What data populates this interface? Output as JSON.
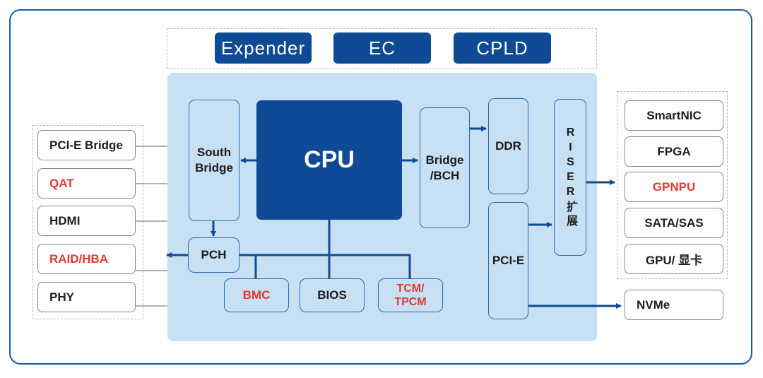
{
  "colors": {
    "dark_blue": "#0e4a96",
    "light_blue": "#c8e0f3",
    "red_text": "#e03a2f",
    "frame": "#1a5aa5"
  },
  "top_boxes": {
    "expender": "Expender",
    "ec": "EC",
    "cpld": "CPLD"
  },
  "core": {
    "cpu": "CPU",
    "south_bridge": "South\nBridge",
    "bridge_bch": "Bridge\n/BCH",
    "ddr": "DDR",
    "riser": "RISER扩展",
    "pch": "PCH",
    "pci_e": "PCI-E",
    "bmc": "BMC",
    "bios": "BIOS",
    "tcm_tpcm": "TCM/\nTPCM"
  },
  "left_panel": {
    "pcie_bridge": "PCI-E Bridge",
    "qat": "QAT",
    "hdmi": "HDMI",
    "raid_hba": "RAID/HBA",
    "phy": "PHY"
  },
  "right_panel": {
    "smartnic": "SmartNIC",
    "fpga": "FPGA",
    "gpnpu": "GPNPU",
    "sata_sas": "SATA/SAS",
    "gpu": "GPU/ 显卡"
  },
  "nvme": "NVMe"
}
